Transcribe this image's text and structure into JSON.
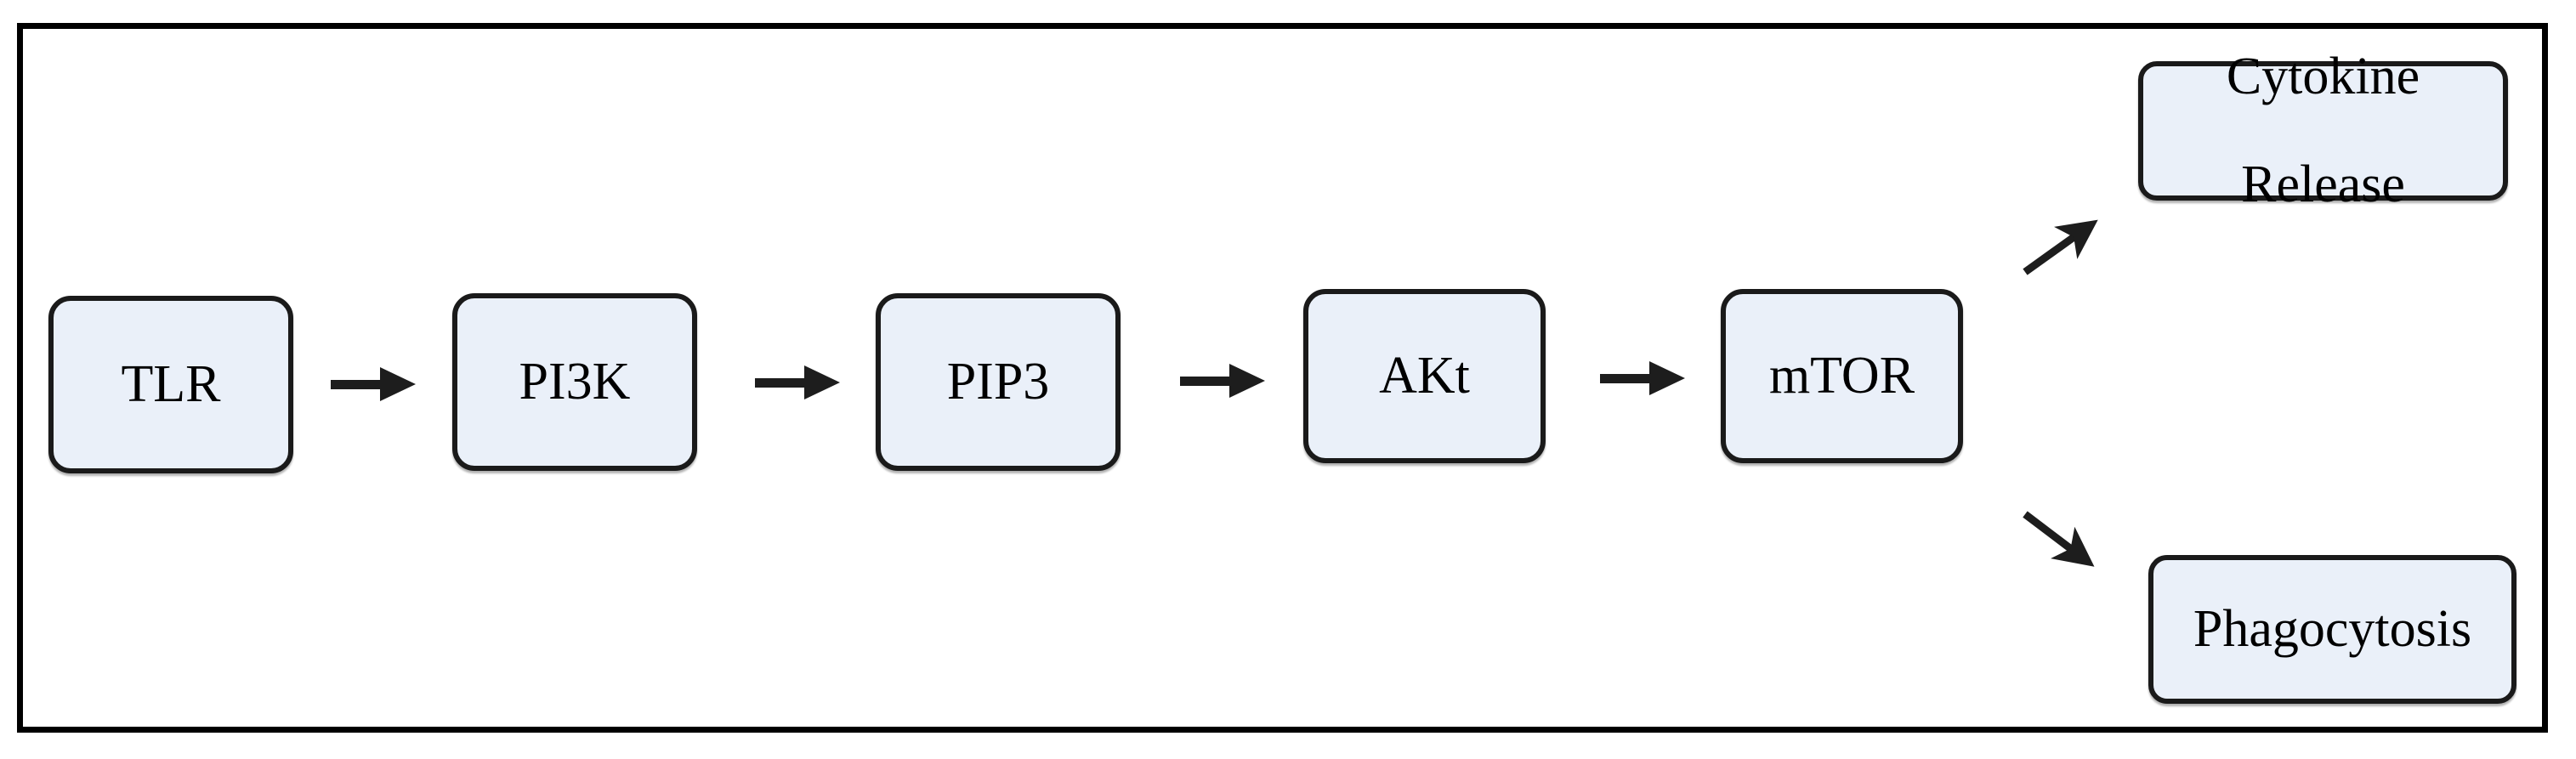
{
  "diagram": {
    "title": "TLR / PI3K / AKt / mTOR signalling pathway",
    "frame": {
      "border_color": "#000000",
      "background": "#ffffff"
    },
    "style": {
      "node_fill": "#eaf0f9",
      "node_border": "#1a1a1a",
      "arrow_color": "#1d1d1d",
      "text_color": "#000000"
    },
    "pathway_nodes": [
      {
        "id": "tlr",
        "label": "TLR"
      },
      {
        "id": "pi3k",
        "label": "PI3K"
      },
      {
        "id": "pip3",
        "label": "PIP3"
      },
      {
        "id": "akt",
        "label": "AKt"
      },
      {
        "id": "mtor",
        "label": "mTOR"
      }
    ],
    "output_nodes": [
      {
        "id": "cytokine-release",
        "label_line1": "Cytokine",
        "label_line2": "Release"
      },
      {
        "id": "phagocytosis",
        "label_line1": "Phagocytosis",
        "label_line2": ""
      }
    ],
    "connections": [
      {
        "id": "tlr-to-pi3k",
        "from": "TLR",
        "to": "PI3K",
        "kind": "straight-arrow"
      },
      {
        "id": "pi3k-to-pip3",
        "from": "PI3K",
        "to": "PIP3",
        "kind": "straight-arrow"
      },
      {
        "id": "pip3-to-akt",
        "from": "PIP3",
        "to": "AKt",
        "kind": "straight-arrow"
      },
      {
        "id": "akt-to-mtor",
        "from": "AKt",
        "to": "mTOR",
        "kind": "straight-arrow"
      },
      {
        "id": "mtor-to-cytokine",
        "from": "mTOR",
        "to": "Cytokine Release",
        "kind": "diagonal-arrow-up"
      },
      {
        "id": "mtor-to-phagocytosis",
        "from": "mTOR",
        "to": "Phagocytosis",
        "kind": "diagonal-arrow-down"
      }
    ]
  }
}
